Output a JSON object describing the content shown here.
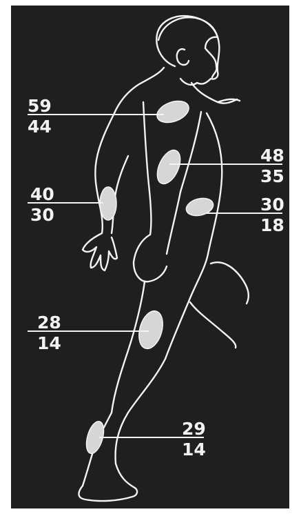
{
  "colors": {
    "background": "#1f1f1f",
    "outline": "#f4f4f4",
    "patch": "#d6d6d6"
  },
  "sites": [
    {
      "id": "upper-back",
      "top": "59",
      "bottom": "44"
    },
    {
      "id": "mid-back",
      "top": "48",
      "bottom": "35"
    },
    {
      "id": "forearm",
      "top": "40",
      "bottom": "30"
    },
    {
      "id": "lower-back",
      "top": "30",
      "bottom": "18"
    },
    {
      "id": "thigh",
      "top": "28",
      "bottom": "14"
    },
    {
      "id": "calf",
      "top": "29",
      "bottom": "14"
    }
  ]
}
